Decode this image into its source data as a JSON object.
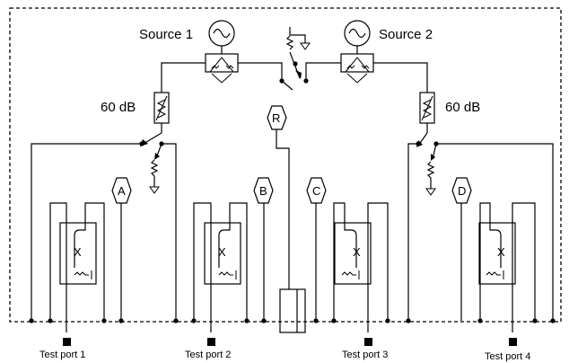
{
  "labels": {
    "source1": "Source 1",
    "source2": "Source 2",
    "attenuator_left": "60 dB",
    "attenuator_right": "60 dB"
  },
  "receivers": {
    "A": "A",
    "B": "B",
    "C": "C",
    "D": "D",
    "R": "R"
  },
  "ports": {
    "port1": "Test port 1",
    "port2": "Test port 2",
    "port3": "Test port 3",
    "port4": "Test port 4"
  },
  "coupler_symbol": "X"
}
